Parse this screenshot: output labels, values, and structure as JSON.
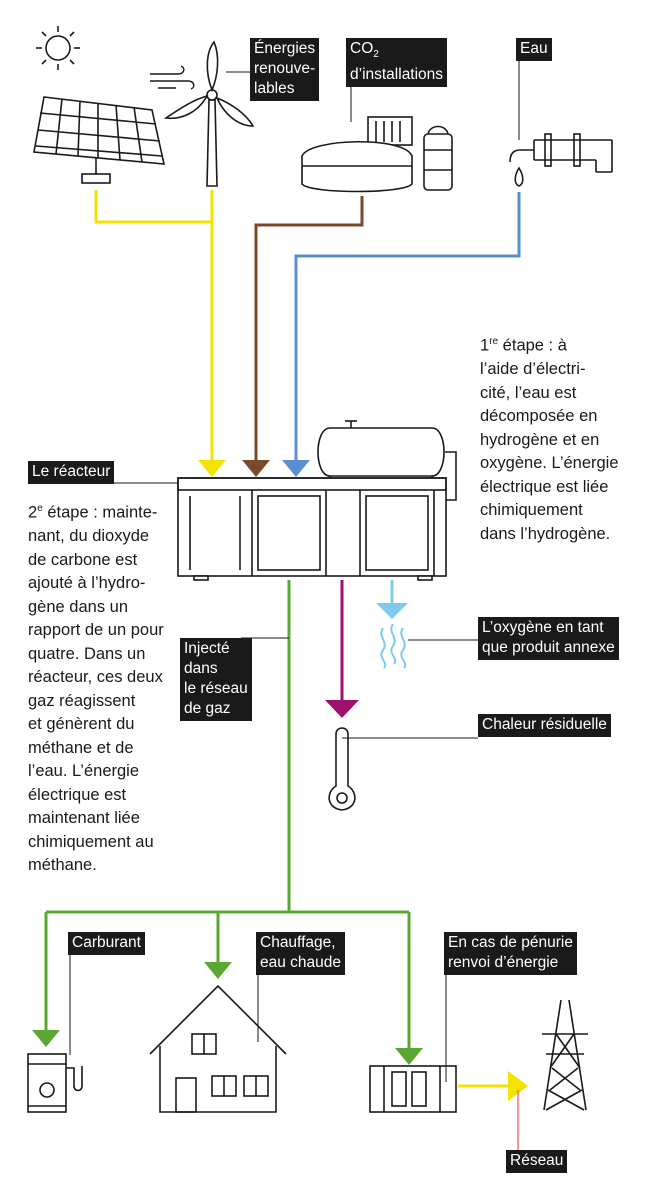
{
  "labels": {
    "renewable": "Énergies\nrenouve-\nlables",
    "co2_prefix": "CO",
    "co2_sub": "2",
    "co2_rest": "d’installations",
    "water": "Eau",
    "reactor": "Le réacteur",
    "oxygen": "L’oxygène en tant\nque produit annexe",
    "injected": "Injecté\ndans\nle réseau\nde gaz",
    "heat": "Chaleur résiduelle",
    "fuel": "Carburant",
    "heating": "Chauffage,\neau chaude",
    "shortage": "En cas de pénurie\nrenvoi d’énergie",
    "grid": "Réseau"
  },
  "step1": {
    "number": "1",
    "sup": "re",
    "text": " étape : à\nl’aide d’électri-\ncité, l’eau est\ndécomposée en\nhydrogène et en\noxygène. L’énergie\nélectrique est liée\nchimiquement\ndans l’hydrogène."
  },
  "step2": {
    "number": "2",
    "sup": "e",
    "text": " étape : mainte-\nnant, du dioxyde\nde carbone est\najouté à l’hydro-\ngène dans un\nrapport de un pour\nquatre. Dans un\nréacteur, ces deux\ngaz réagissent\net génèrent du\nméthane et de\nl’eau. L’énergie\nélectrique est\nmaintenant liée\nchimiquement au\nméthane."
  },
  "colors": {
    "electricity": "#f2e300",
    "co2": "#7a4a2c",
    "water": "#5b8fcf",
    "methane": "#5aa832",
    "heat": "#a0116e",
    "oxygen": "#7ecbef",
    "grid_line": "#e8334a",
    "ink": "#1a1a1a"
  }
}
